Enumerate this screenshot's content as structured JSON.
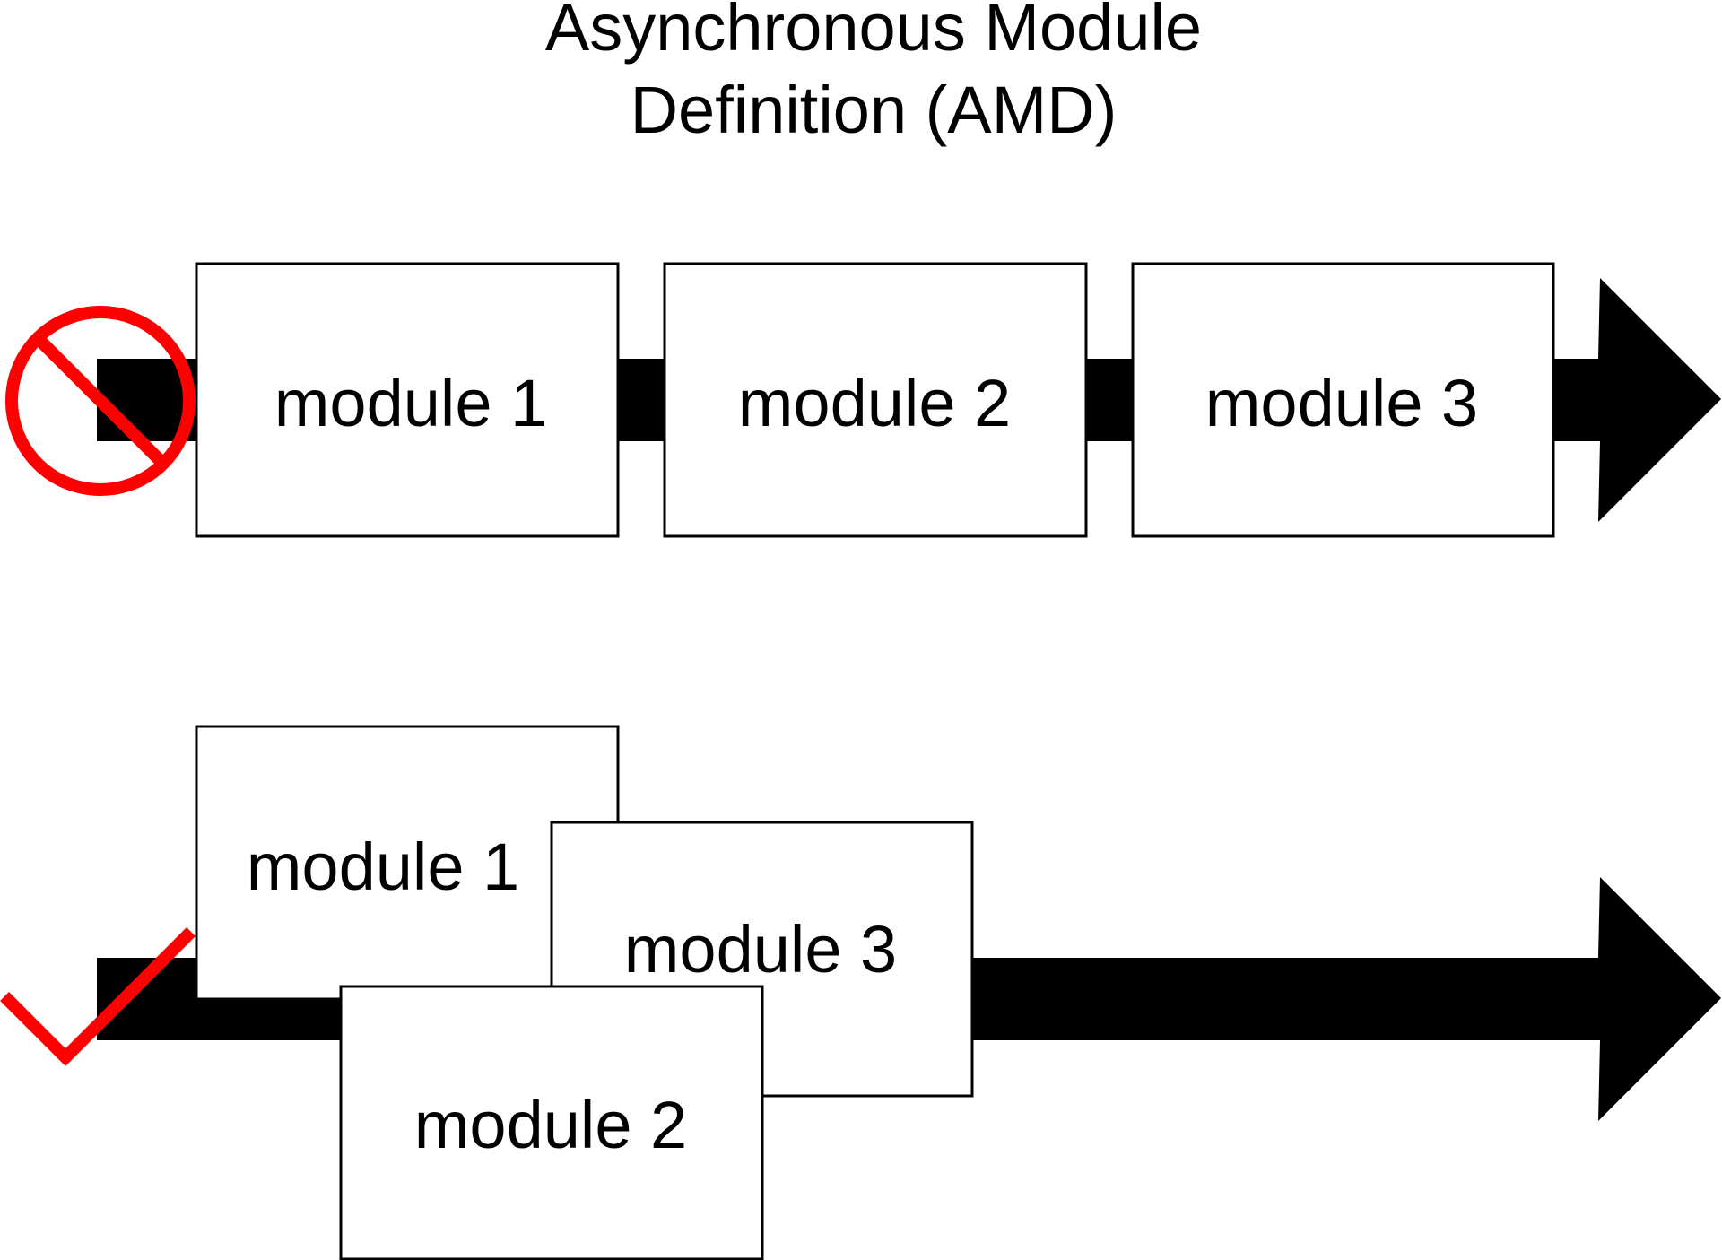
{
  "title": {
    "line1": "Asynchronous Module",
    "line2": "Definition (AMD)"
  },
  "colors": {
    "arrow": "#000000",
    "box_fill": "#ffffff",
    "box_stroke": "#000000",
    "status_mark": "#ff0000"
  },
  "sequential_row": {
    "status_icon": "prohibited-icon",
    "modules": [
      {
        "label": "module 1"
      },
      {
        "label": "module 2"
      },
      {
        "label": "module 3"
      }
    ]
  },
  "async_row": {
    "status_icon": "checkmark-icon",
    "modules": [
      {
        "label": "module 1"
      },
      {
        "label": "module 3"
      },
      {
        "label": "module 2"
      }
    ]
  }
}
